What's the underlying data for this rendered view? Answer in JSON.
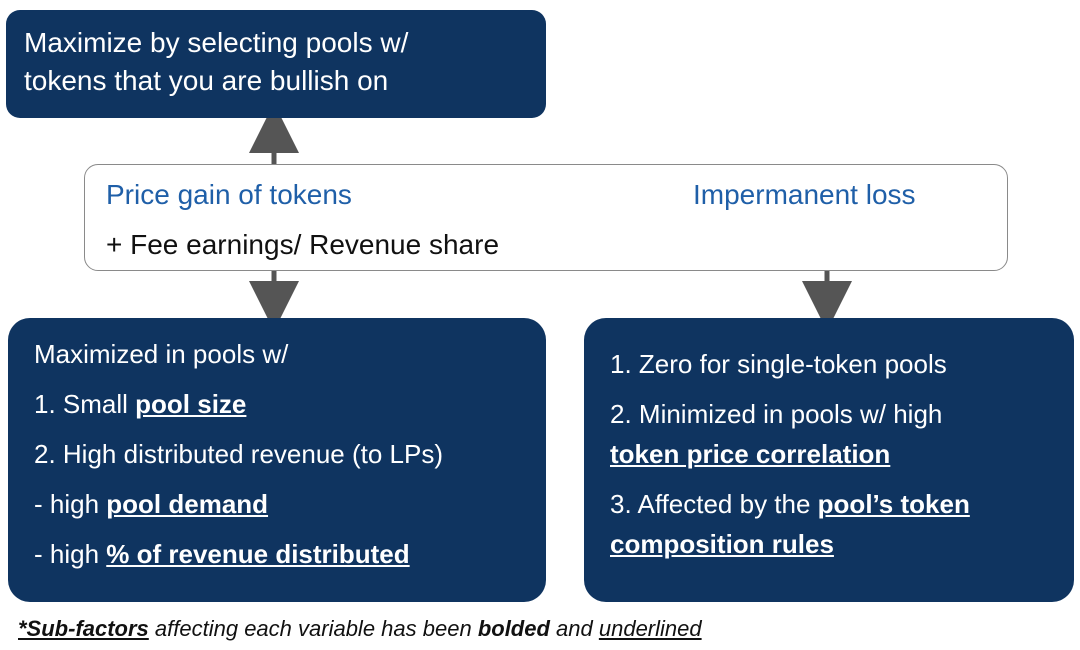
{
  "top_box": {
    "line1": "Maximize by selecting pools w/",
    "line2": "tokens that you are bullish on"
  },
  "middle_box": {
    "price_gain": "Price gain of tokens",
    "fee_earnings": "+ Fee earnings/ Revenue share",
    "impermanent_loss": "Impermanent loss"
  },
  "left_box": {
    "intro": "Maximized in pools w/",
    "item1_prefix": "1. Small ",
    "item1_bold": "pool size",
    "item2": "2. High distributed revenue (to LPs)",
    "item3_prefix": "- high ",
    "item3_bold": "pool demand",
    "item4_prefix": "- high ",
    "item4_bold": "% of revenue distributed"
  },
  "right_box": {
    "item1": "1. Zero for single-token pools",
    "item2_line1": "2. Minimized in pools w/ high",
    "item2_bold": "token price correlation",
    "item3_prefix": "3. Affected by the ",
    "item3_bold1": "pool’s token",
    "item3_bold2": "composition rules"
  },
  "footnote": {
    "part1": "*Sub-factors",
    "part2": " affecting each variable has been ",
    "part3": "bolded",
    "part4": " and ",
    "part5": "underlined"
  },
  "colors": {
    "box_fill": "#0f3460",
    "header_text": "#1f5fa8",
    "arrow": "#555555"
  }
}
